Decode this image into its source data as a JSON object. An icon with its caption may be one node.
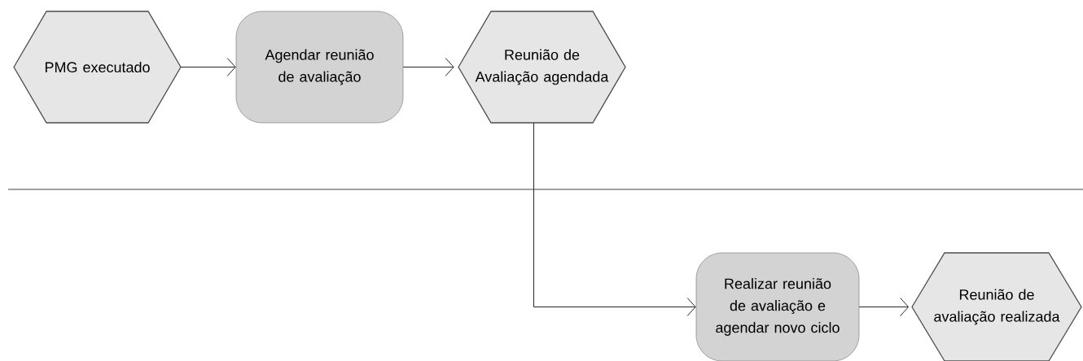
{
  "diagram": {
    "nodes": [
      {
        "text": [
          "PMG executado"
        ]
      },
      {
        "text": [
          "Agendar reunião de avaliação"
        ]
      },
      {
        "text": [
          "Reunião de Avaliação agendada"
        ]
      },
      {
        "text": [
          "Realizar reunião de avaliação e agendar novo ciclo"
        ]
      },
      {
        "text": [
          "Reunião de avaliação realizada"
        ]
      }
    ],
    "edges": [
      {
        "from": 0,
        "to": 1,
        "arrow": "to"
      },
      {
        "from": 1,
        "to": 2,
        "arrow": "to"
      },
      {
        "from": 2,
        "to": 3,
        "arrow": "to"
      },
      {
        "from": 3,
        "to": 4,
        "arrow": "to"
      }
    ]
  }
}
